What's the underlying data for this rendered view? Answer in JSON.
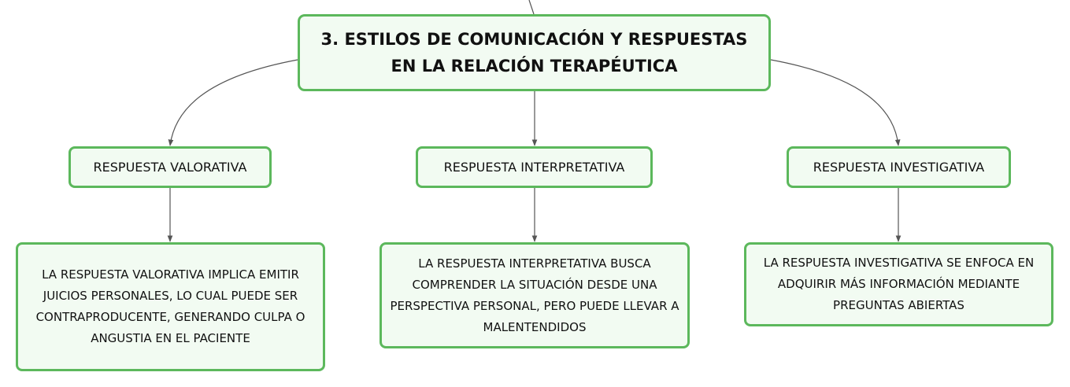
{
  "colors": {
    "node_border": "#5cb85c",
    "node_fill": "#f2fbf2",
    "connector": "#555555",
    "text": "#111111"
  },
  "root": {
    "title": "3. ESTILOS DE COMUNICACIÓN Y RESPUESTAS EN LA RELACIÓN TERAPÉUTICA"
  },
  "branches": [
    {
      "label": "RESPUESTA VALORATIVA",
      "detail": "LA RESPUESTA VALORATIVA IMPLICA EMITIR JUICIOS PERSONALES, LO CUAL PUEDE SER CONTRAPRODUCENTE, GENERANDO CULPA O ANGUSTIA EN EL PACIENTE"
    },
    {
      "label": "RESPUESTA INTERPRETATIVA",
      "detail": "LA RESPUESTA INTERPRETATIVA BUSCA COMPRENDER LA SITUACIÓN DESDE UNA PERSPECTIVA PERSONAL, PERO PUEDE LLEVAR A MALENTENDIDOS"
    },
    {
      "label": "RESPUESTA INVESTIGATIVA",
      "detail": "LA RESPUESTA INVESTIGATIVA SE ENFOCA EN ADQUIRIR MÁS INFORMACIÓN MEDIANTE PREGUNTAS ABIERTAS"
    }
  ]
}
